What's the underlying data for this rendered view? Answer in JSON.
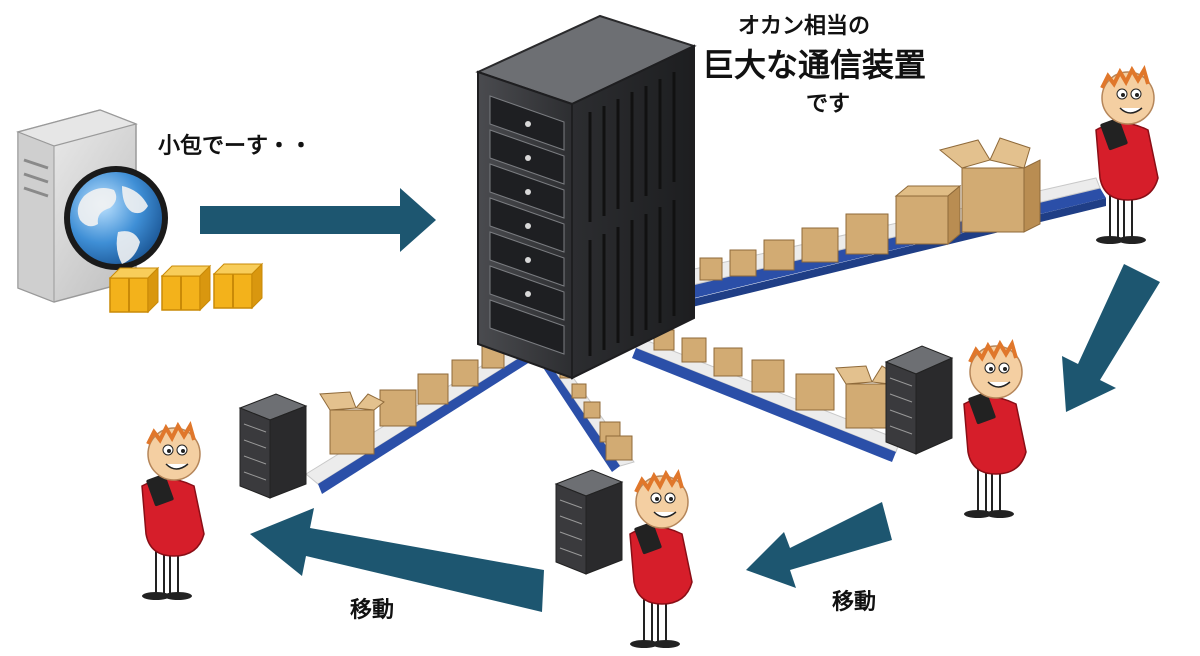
{
  "labels": {
    "small_packet": "小包でーす・・",
    "device_line1": "オカン相当の",
    "device_line2": "巨大な通信装置",
    "device_line3": "です",
    "move_left": "移動",
    "move_right": "移動"
  },
  "colors": {
    "arrow": "#1d5670",
    "belt_blue": "#2b4fa8",
    "roller": "#e7e7e7",
    "box": "#d2ab73",
    "box_dark": "#b98d52",
    "rack_front": "#3a3a3d",
    "rack_side": "#2a2a2c",
    "rack_top": "#6d6f73",
    "shirt": "#d61e2a",
    "skin": "#f4cfa2",
    "hair": "#e0772b",
    "globe": "#3f8fd6",
    "package": "#f3b21b"
  },
  "icons": {
    "pc": "desktop-tower-icon",
    "globe": "globe-icon",
    "package": "package-icon",
    "rack": "server-rack-icon",
    "person": "person-with-tablet-icon",
    "arrow": "arrow-icon",
    "conveyor": "conveyor-belt-icon"
  }
}
